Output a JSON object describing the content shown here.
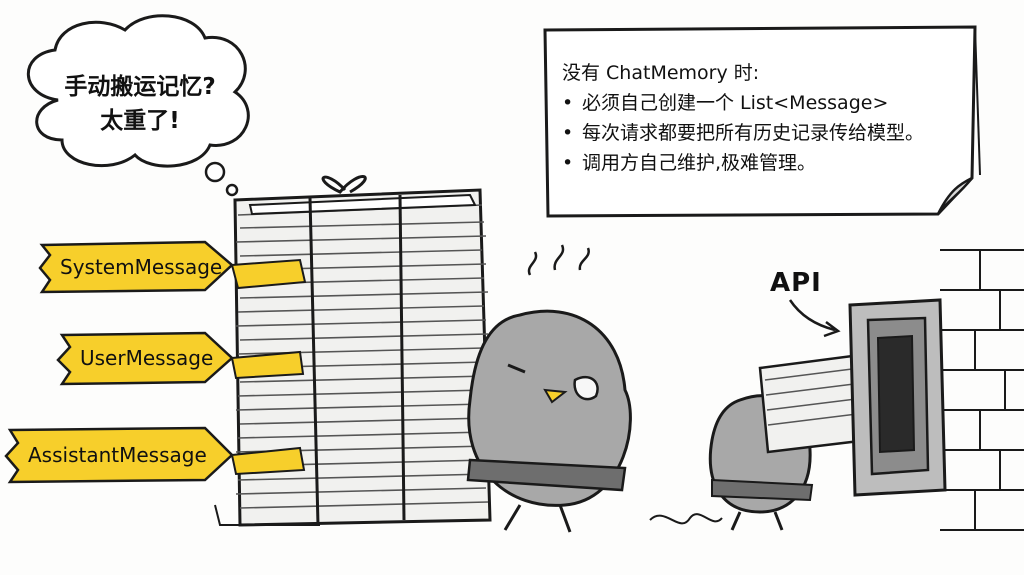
{
  "thought_bubble": {
    "line1": "手动搬运记忆?",
    "line2": "太重了!"
  },
  "info_box": {
    "heading": "没有 ChatMemory 时:",
    "bullets": [
      "必须自己创建一个 List<Message>",
      "每次请求都要把所有历史记录传给模型。",
      "调用方自己维护,极难管理。"
    ]
  },
  "tags": {
    "system": "SystemMessage",
    "user": "UserMessage",
    "assistant": "AssistantMessage"
  },
  "api_label": "API",
  "colors": {
    "tag_yellow": "#f7cf2b",
    "ink": "#1a1a1a",
    "chick_gray": "#a8a8a8",
    "paper": "#f4f4f2",
    "background": "#fdfdfc"
  }
}
